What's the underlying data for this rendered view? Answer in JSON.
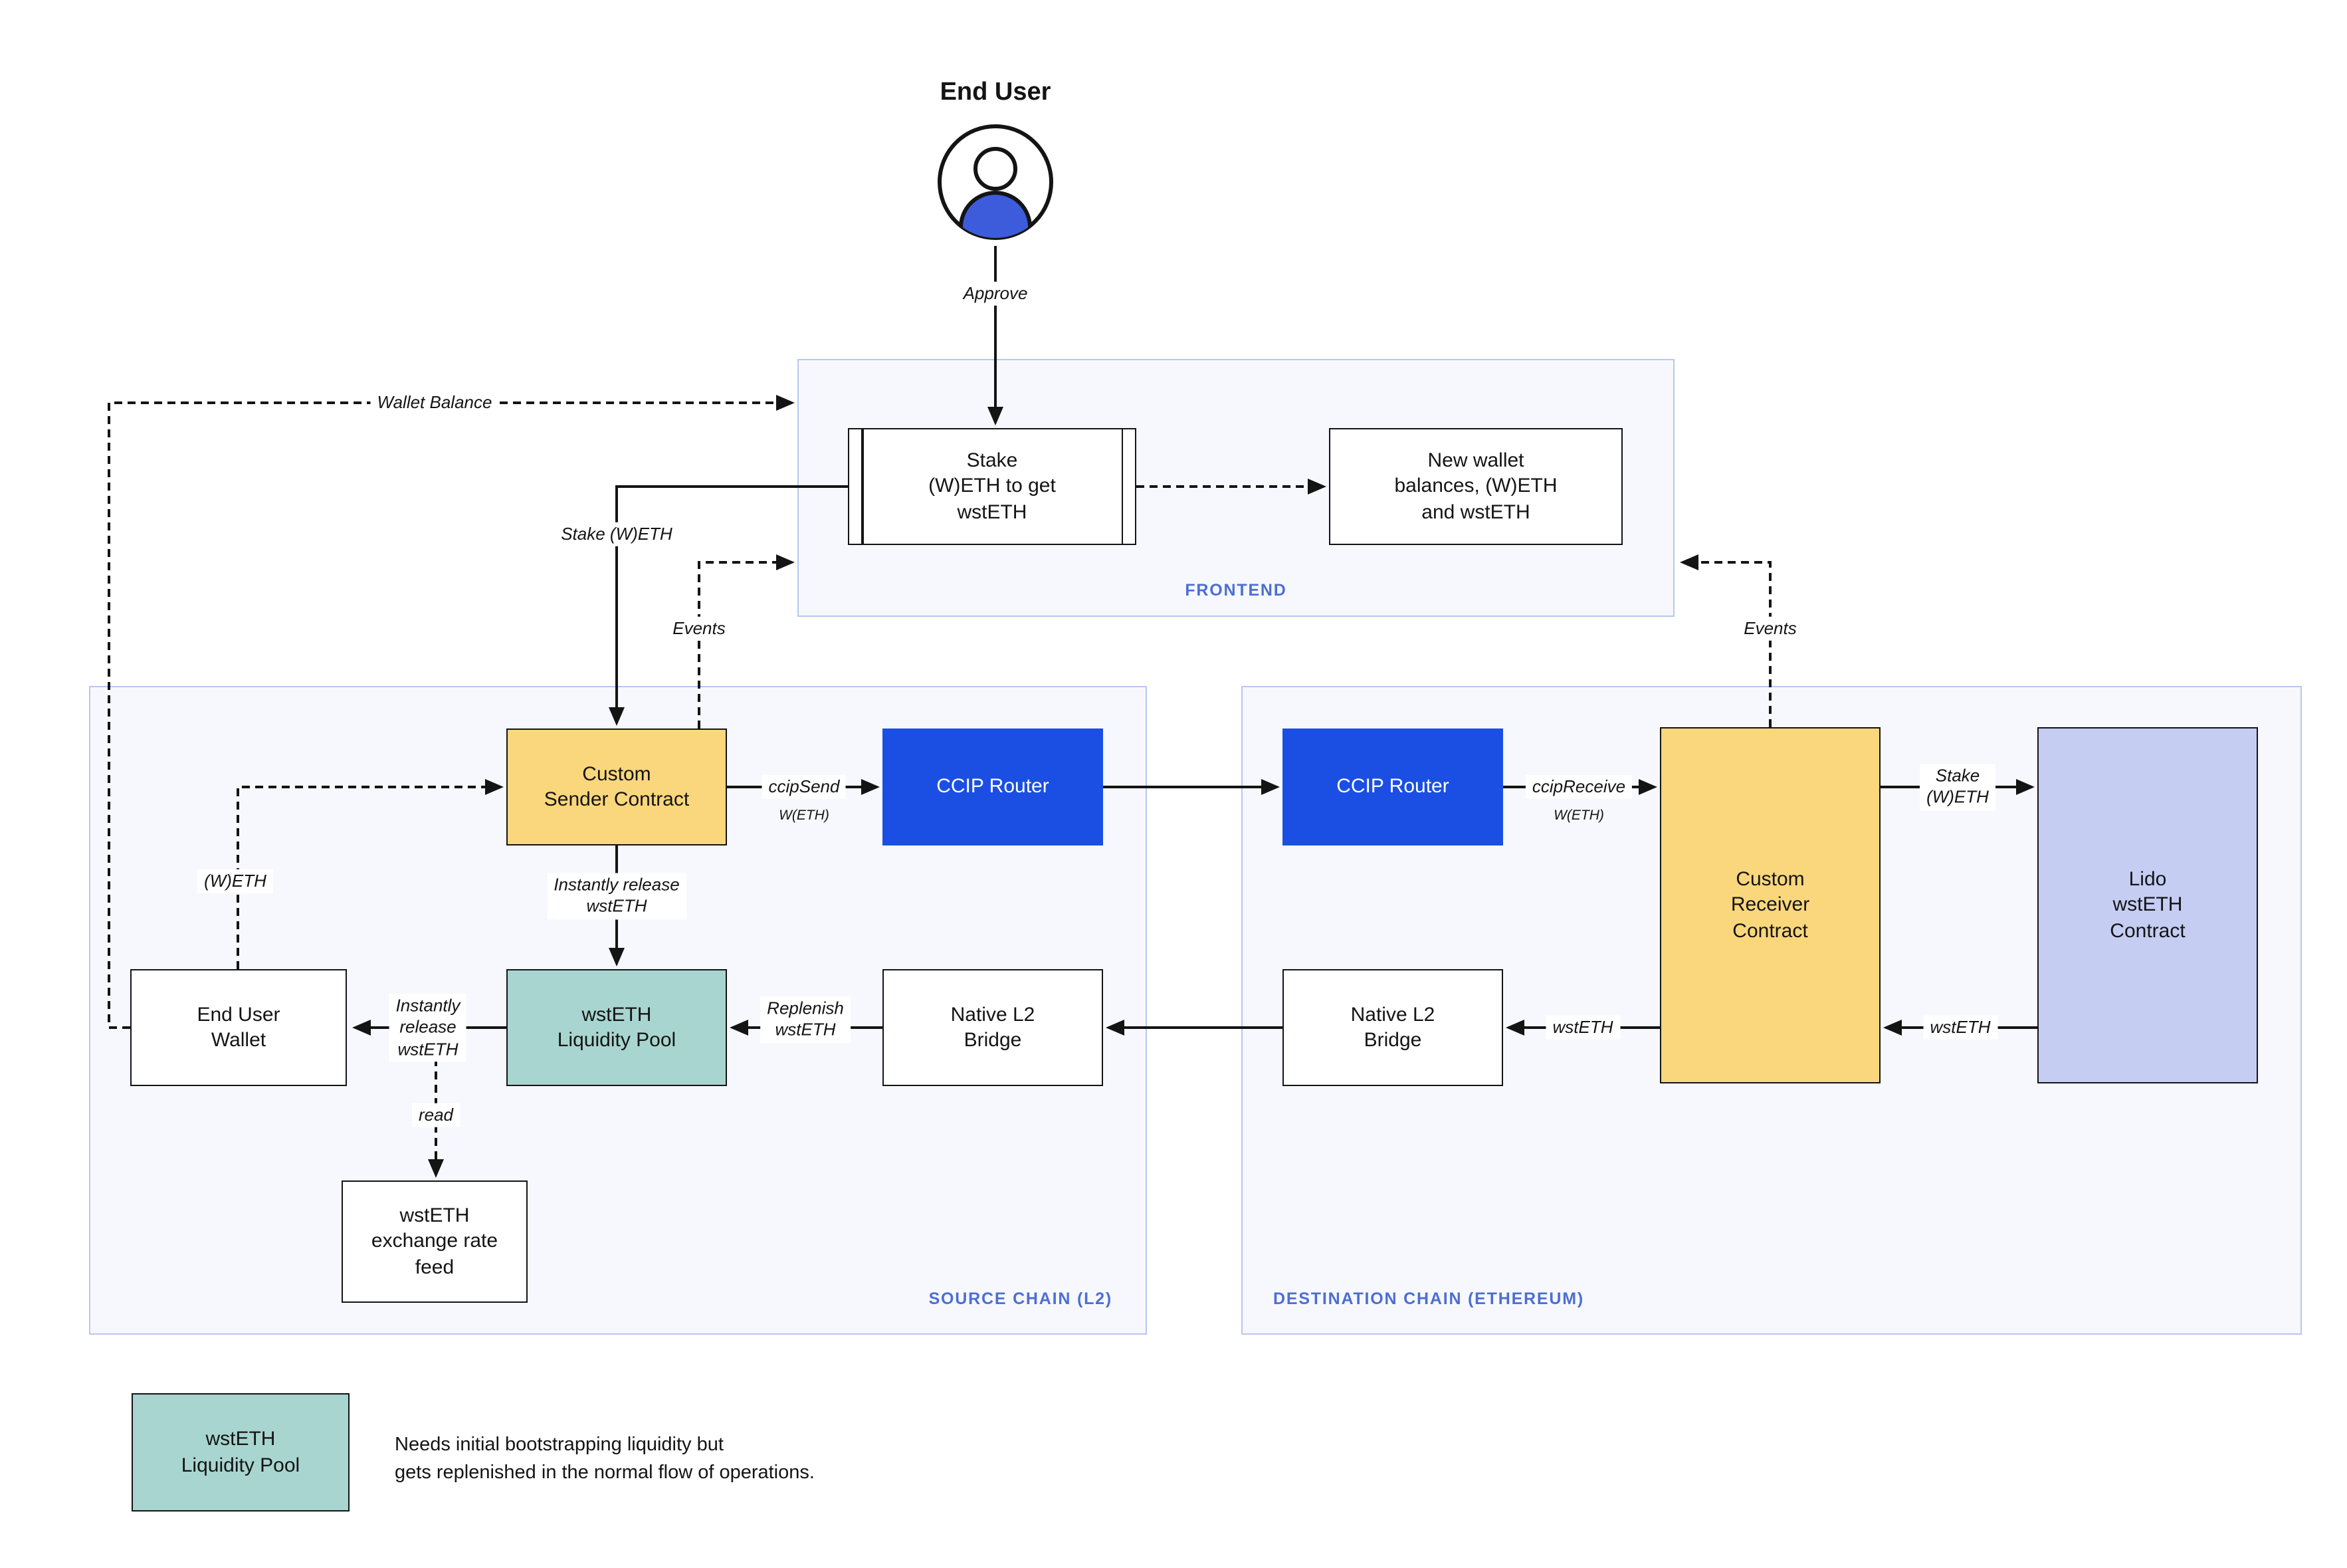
{
  "end_user": {
    "label": "End User"
  },
  "frontend": {
    "label": "FRONTEND",
    "nodes": {
      "stake": "Stake\n(W)ETH to get\nwstETH",
      "new_wallet": "New wallet\nbalances, (W)ETH\nand wstETH"
    }
  },
  "source_chain": {
    "label": "SOURCE CHAIN (L2)",
    "nodes": {
      "custom_sender": "Custom\nSender Contract",
      "ccip_router": "CCIP Router",
      "end_user_wallet": "End User\nWallet",
      "liquidity_pool": "wstETH\nLiquidity Pool",
      "native_bridge": "Native L2\nBridge",
      "exchange_rate_feed": "wstETH\nexchange rate\nfeed"
    }
  },
  "destination_chain": {
    "label": "DESTINATION CHAIN (ETHEREUM)",
    "nodes": {
      "ccip_router": "CCIP Router",
      "custom_receiver": "Custom\nReceiver\nContract",
      "lido": "Lido\nwstETH\nContract",
      "native_bridge": "Native L2\nBridge"
    }
  },
  "edges": {
    "approve": "Approve",
    "wallet_balance": "Wallet Balance",
    "stake_weth": "Stake (W)ETH",
    "events_left": "Events",
    "events_right": "Events",
    "ccip_send": "ccipSend",
    "ccip_send_asset": "W(ETH)",
    "ccip_receive": "ccipReceive",
    "ccip_receive_asset": "W(ETH)",
    "stake_weth_lido": "Stake\n(W)ETH",
    "wsteth_from_lido": "wstETH",
    "wsteth_to_bridge": "wstETH",
    "replenish_wsteth": "Replenish\nwstETH",
    "instantly_release_down": "Instantly release\nwstETH",
    "instantly_release_left": "Instantly\nrelease\nwstETH",
    "weth": "(W)ETH",
    "read": "read"
  },
  "legend": {
    "node": "wstETH\nLiquidity Pool",
    "caption": [
      "Needs initial bootstrapping liquidity but",
      "gets replenished in the normal flow of operations."
    ]
  },
  "colors": {
    "yellow": "#fad77c",
    "blue": "#1b4fe3",
    "teal": "#a8d5cf",
    "lavender": "#c5cdf3",
    "container_border": "#b9c7ee",
    "section_label": "#4d6ed3"
  }
}
